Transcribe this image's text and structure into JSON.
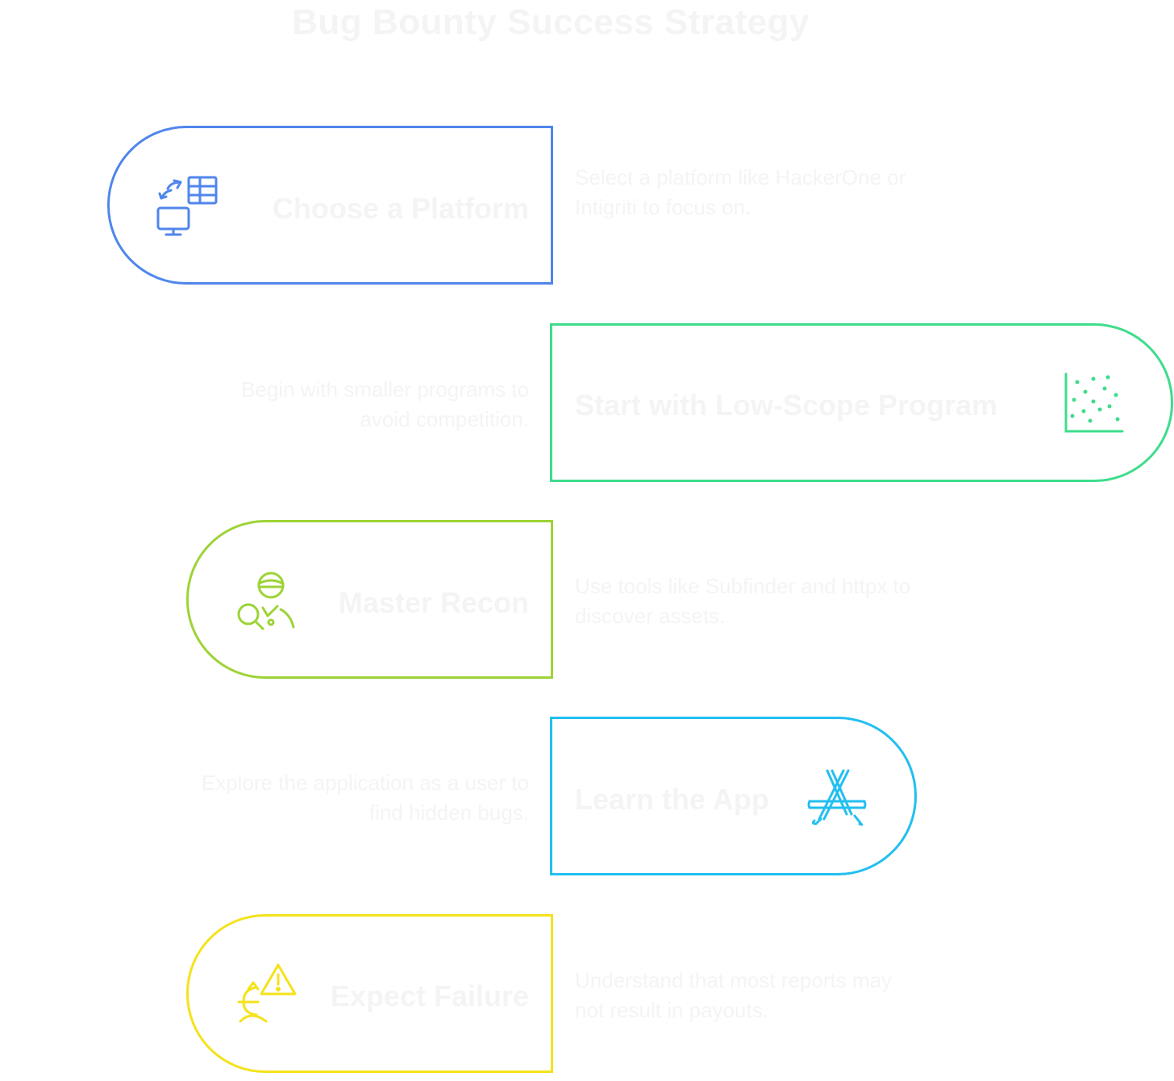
{
  "title": "Bug Bounty Success Strategy",
  "steps": [
    {
      "title": "Choose a Platform",
      "description": "Select a platform like HackerOne or Intigriti to focus on.",
      "icon": "platform-selection-icon",
      "color": "#4f86ec"
    },
    {
      "title": "Start with Low-Scope Program",
      "description": "Begin with smaller programs to avoid competition.",
      "icon": "scatter-chart-icon",
      "color": "#3fdc8c"
    },
    {
      "title": "Master Recon",
      "description": "Use tools like Subfinder and httpx to discover assets.",
      "icon": "investigator-icon",
      "color": "#9ed336"
    },
    {
      "title": "Learn the App",
      "description": "Explore the application as a user to find hidden bugs.",
      "icon": "app-store-icon",
      "color": "#22bff0"
    },
    {
      "title": "Expect Failure",
      "description": "Understand that most reports may not result in payouts.",
      "icon": "warning-person-icon",
      "color": "#f5e21b"
    }
  ]
}
